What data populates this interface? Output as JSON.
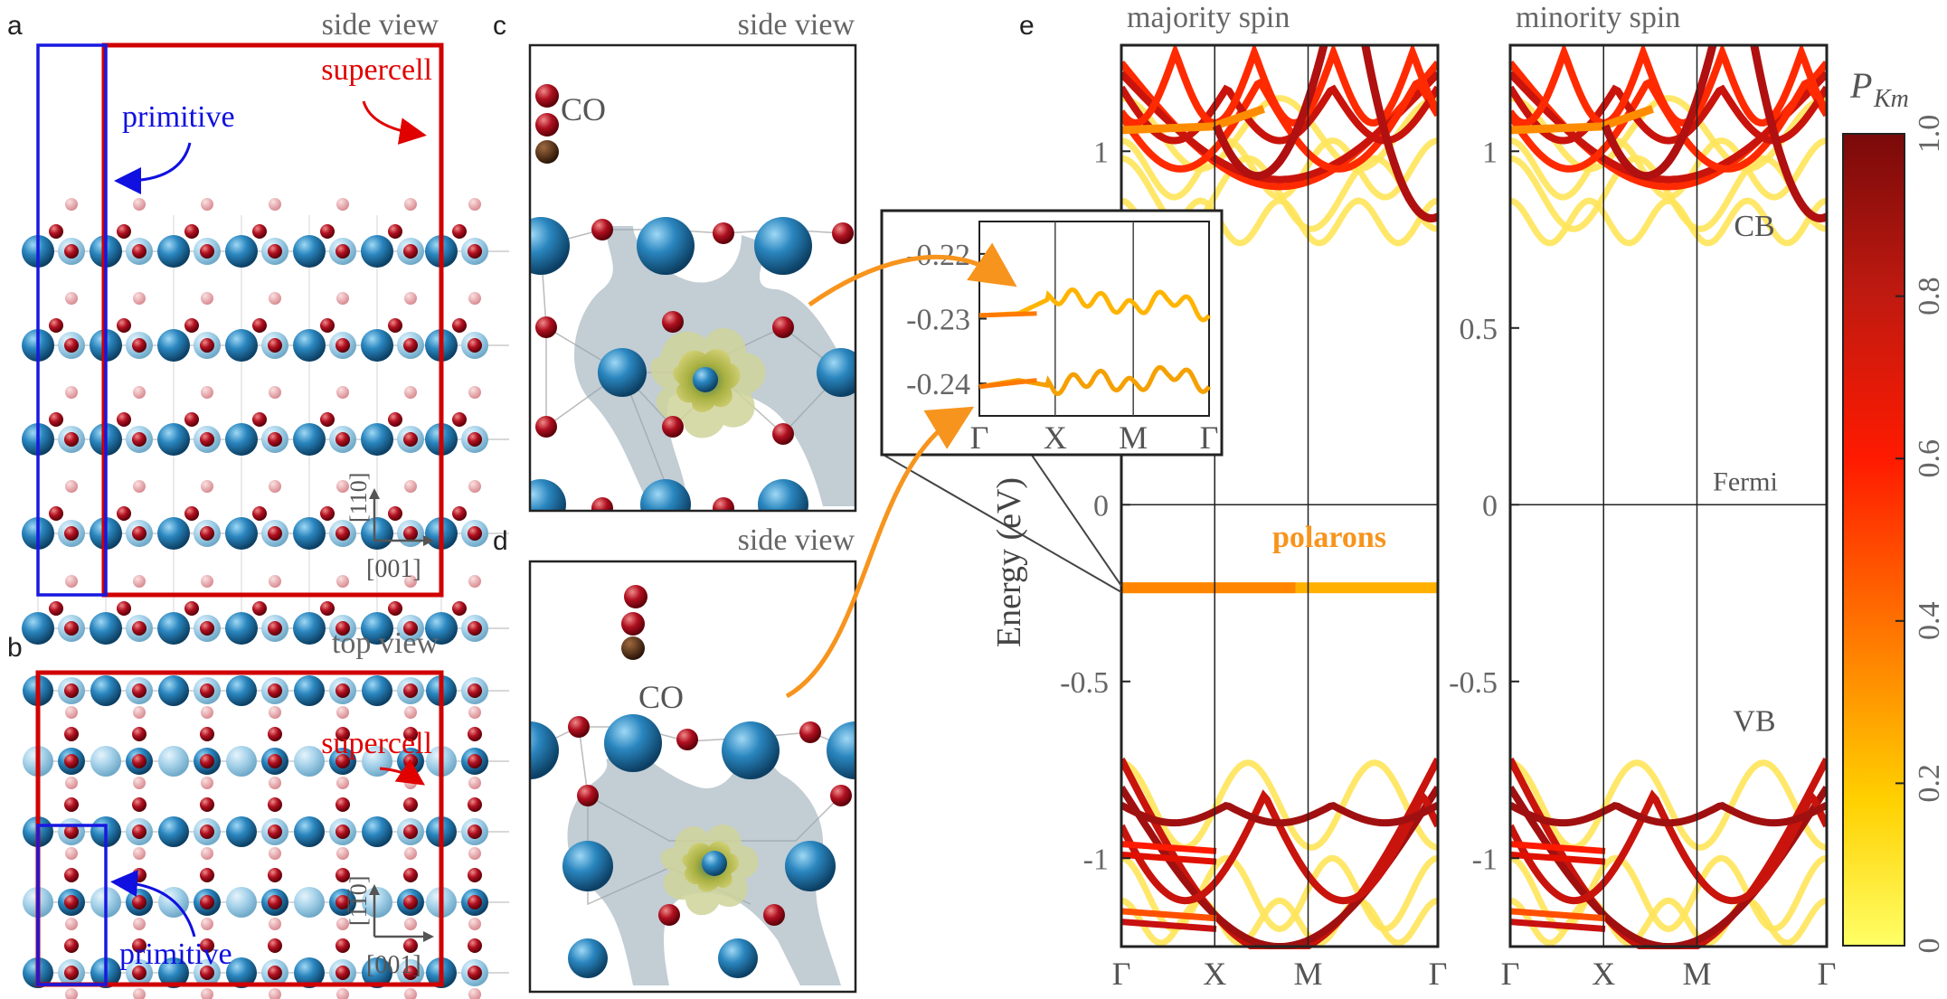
{
  "panels": {
    "a": {
      "label": "a",
      "title": "side view",
      "supercell": "supercell",
      "primitive": "primitive",
      "axis_up": "[110]",
      "axis_right": "[001]"
    },
    "b": {
      "label": "b",
      "title": "top view",
      "supercell": "supercell",
      "primitive": "primitive",
      "axis_up": "[1̅1̅0]",
      "axis_right": "[001]"
    },
    "c": {
      "label": "c",
      "title": "side view",
      "molecule": "CO"
    },
    "d": {
      "label": "d",
      "title": "side view",
      "molecule": "CO"
    },
    "e": {
      "label": "e"
    }
  },
  "colors": {
    "supercell": "#e00000",
    "primitive": "#1010e0",
    "ti_atom": "#1f74a8",
    "o_atom": "#b01020",
    "c_atom": "#4a2a12",
    "isosurface_gray": "#8fa4b0",
    "isosurface_yellow": "#c9c84a",
    "arrow_orange": "#f7941d",
    "polaron_label": "#f7941d"
  },
  "chart_data": [
    {
      "type": "line",
      "title": "majority spin",
      "ylabel": "Energy (eV)",
      "ylim": [
        -1.25,
        1.3
      ],
      "yticks": [
        "1",
        "0.5",
        "0",
        "-0.5",
        "-1"
      ],
      "xticks": [
        "Γ",
        "X",
        "M",
        "Γ"
      ],
      "annotations": [
        "polarons"
      ],
      "fermi_level": 0,
      "polaron_band_energy": -0.235,
      "series": [
        {
          "x": [
            0,
            0.3,
            0.6,
            1.0
          ],
          "values": [
            -0.23,
            -0.23,
            -0.235,
            -0.23
          ]
        }
      ]
    },
    {
      "type": "line",
      "title": "minority spin",
      "ylim": [
        -1.25,
        1.3
      ],
      "yticks": [
        "1",
        "0.5",
        "0",
        "-0.5",
        "-1"
      ],
      "xticks": [
        "Γ",
        "X",
        "M",
        "Γ"
      ],
      "annotations": [
        "CB",
        "Fermi",
        "VB"
      ],
      "fermi_level": 0
    },
    {
      "type": "line",
      "ylim": [
        -0.245,
        -0.215
      ],
      "yticks": [
        "-0.22",
        "-0.23",
        "-0.24"
      ],
      "xticks": [
        "Γ",
        "X",
        "M",
        "Γ"
      ],
      "series": [
        {
          "x": [
            0,
            0.17,
            0.33,
            0.5,
            0.67,
            0.83,
            1.0
          ],
          "values": [
            -0.2295,
            -0.2292,
            -0.2265,
            -0.227,
            -0.2285,
            -0.2265,
            -0.2295
          ]
        },
        {
          "x": [
            0,
            0.17,
            0.33,
            0.5,
            0.67,
            0.83,
            1.0
          ],
          "values": [
            -0.2405,
            -0.2395,
            -0.2405,
            -0.239,
            -0.2405,
            -0.238,
            -0.2405
          ]
        }
      ]
    }
  ],
  "colorbar": {
    "label": "P",
    "label_sub": "Km",
    "ticks": [
      "1.0",
      "0.8",
      "0.6",
      "0.4",
      "0.2",
      "0"
    ],
    "range": [
      0,
      1
    ],
    "stops": [
      "#ffff66",
      "#ffd000",
      "#ff7000",
      "#ff1a00",
      "#c01a10",
      "#7a0a0a"
    ]
  }
}
